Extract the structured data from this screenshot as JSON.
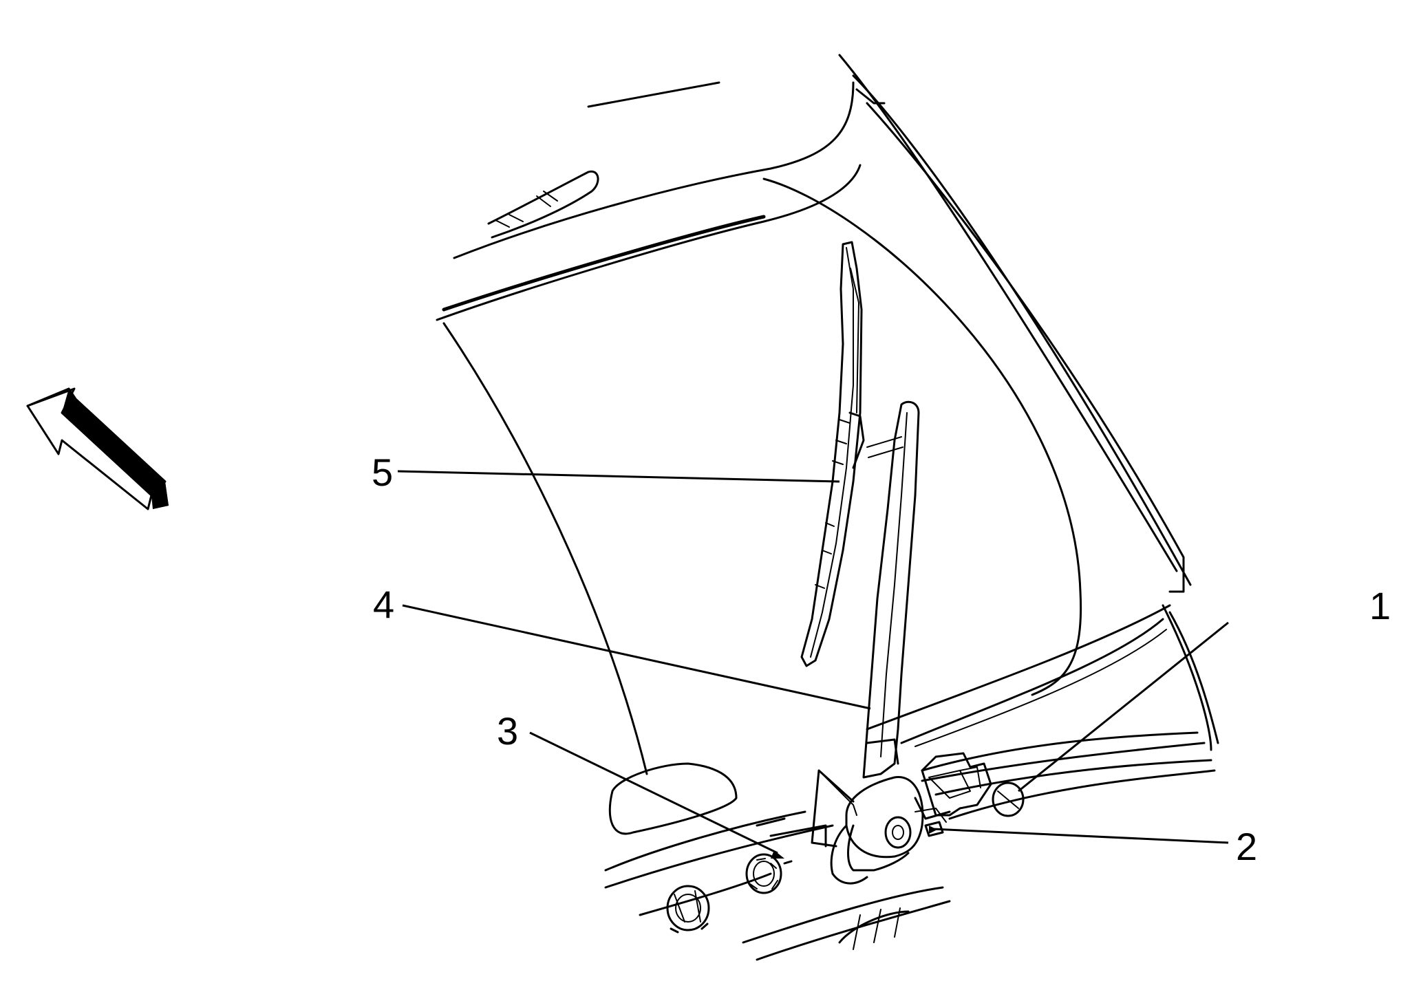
{
  "callouts": {
    "c1": "1",
    "c2": "2",
    "c3": "3",
    "c4": "4",
    "c5": "5"
  },
  "colors": {
    "ink": "#000000",
    "background": "#ffffff"
  },
  "icons": {
    "direction_arrow": "forward-arrow-icon"
  }
}
